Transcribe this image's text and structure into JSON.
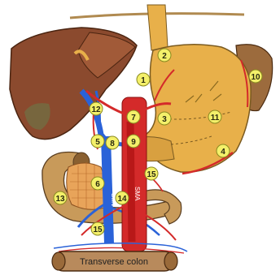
{
  "diagram": {
    "callouts": [
      "1",
      "2",
      "3",
      "4",
      "5",
      "6",
      "7",
      "8",
      "9",
      "10",
      "11",
      "12",
      "13",
      "14",
      "15",
      "15"
    ],
    "vessel_labels": {
      "smv": "SMV",
      "sma": "SMA"
    },
    "organ_labels": {
      "colon": "Transverse colon"
    },
    "colors": {
      "liver": "#8b4a2e",
      "stomach": "#e8b04a",
      "spleen": "#9c6b3d",
      "pancreas": "#e8a45a",
      "duodenum": "#c89a5a",
      "colon": "#b88a5c",
      "artery": "#d42a2a",
      "vein": "#2a62d8",
      "callout": "#f4f06a"
    }
  }
}
